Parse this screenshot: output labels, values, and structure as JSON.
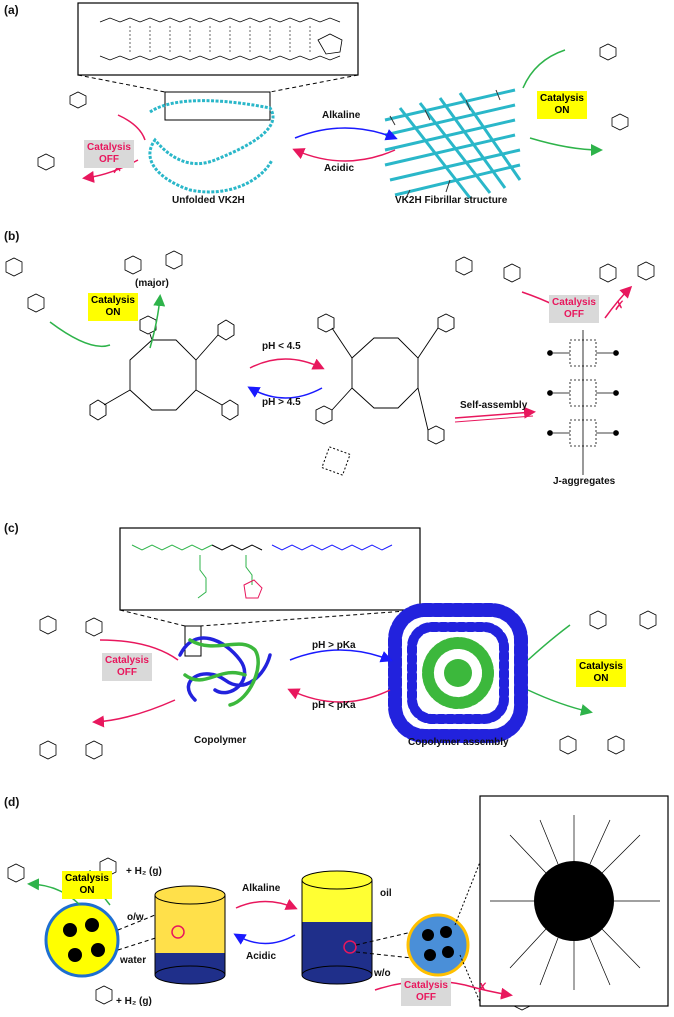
{
  "panels": {
    "a": {
      "label": "(a)",
      "left_caption": "Unfolded VK2H",
      "right_caption": "VK2H Fibrillar structure",
      "arrow_top": "Alkaline",
      "arrow_bottom": "Acidic",
      "badge_on": "Catalysis ON",
      "badge_off": "Catalysis OFF"
    },
    "b": {
      "label": "(b)",
      "major": "(major)",
      "arrow_top": "pH < 4.5",
      "arrow_bottom": "pH > 4.5",
      "self_assembly": "Self-assembly",
      "j_aggregates": "J-aggregates",
      "badge_on": "Catalysis ON",
      "badge_off": "Catalysis OFF"
    },
    "c": {
      "label": "(c)",
      "left_caption": "Copolymer",
      "right_caption": "Copolymer assembly",
      "arrow_top": "pH > pKa",
      "arrow_bottom": "pH < pKa",
      "badge_on": "Catalysis ON",
      "badge_off": "Catalysis OFF"
    },
    "d": {
      "label": "(d)",
      "arrow_top": "Alkaline",
      "arrow_bottom": "Acidic",
      "h2_top": "+ H₂ (g)",
      "h2_bottom": "+ H₂ (g)",
      "ow": "o/w",
      "water": "water",
      "oil": "oil",
      "wo": "w/o",
      "badge_on": "Catalysis ON",
      "badge_off": "Catalysis OFF"
    }
  },
  "colors": {
    "red_arrow": "#e8175d",
    "green_arrow": "#2eb34a",
    "blue_arrow": "#1a1aff",
    "cyan_fiber": "#2ab7c9",
    "polymer_blue": "#2222dd",
    "polymer_green": "#3cb83c",
    "yellow": "#ffff00"
  }
}
